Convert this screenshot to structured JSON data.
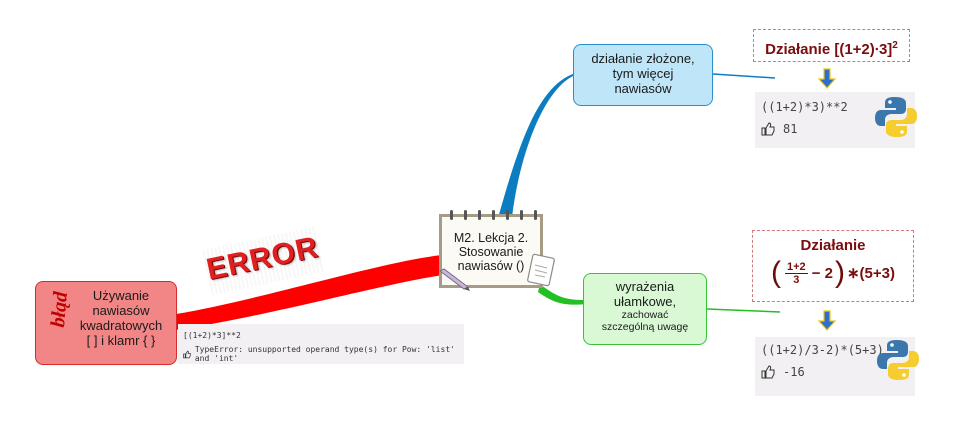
{
  "center": {
    "line1": "M2. Lekcja 2.",
    "line2": "Stosowanie",
    "line3": "nawiasów ()"
  },
  "branch_blue": {
    "line1": "działanie złożone,",
    "line2": "tym więcej",
    "line3": "nawiasów"
  },
  "branch_green": {
    "line1": "wyrażenia",
    "line2": "ułamkowe,",
    "line3": "zachować",
    "line4": "szczególną uwagę"
  },
  "branch_red": {
    "stamp": "błąd",
    "line1": "Używanie",
    "line2": "nawiasów",
    "line3": "kwadratowych",
    "line4": "[ ] i klamr { }"
  },
  "error_badge": "ERROR",
  "formula_top": {
    "word": "Działanie",
    "expr": "[(1+2)∙3]",
    "exponent": "2"
  },
  "formula_bottom": {
    "word": "Działanie",
    "frac_num": "1+2",
    "frac_den": "3",
    "minus_two": "− 2",
    "tail": "∗(5+3)"
  },
  "code_top": {
    "code": "((1+2)*3)**2",
    "result": "81"
  },
  "code_bottom": {
    "code": "((1+2)/3-2)*(5+3)",
    "result": "-16"
  },
  "code_error": {
    "code": "[(1+2)*3]**2",
    "result": "TypeError: unsupported operand type(s) for Pow: 'list' and 'int'"
  },
  "colors": {
    "blue": "#0b7dc0",
    "green": "#22c022",
    "red": "#ff0000",
    "arrow": "#2e6fcb"
  }
}
